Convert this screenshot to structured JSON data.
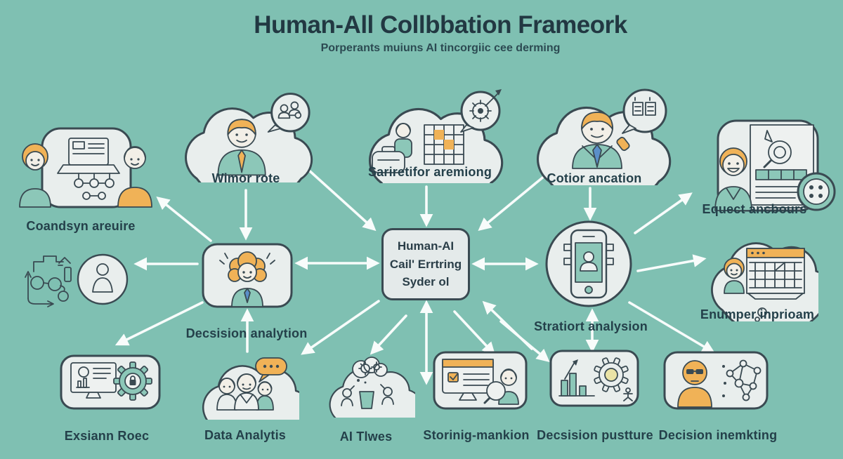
{
  "title": "Human-All Collbbation Frameork",
  "subtitle": "Porperants muiuns AI tincorgiic cee derming",
  "center_box": {
    "line1": "Human-AI",
    "line2": "Cail' Errtring",
    "line3": "Syder ol"
  },
  "nodes": {
    "coandsyn": {
      "label": "Coandsyn areuire",
      "icon": "two-people-laptop-flowchart"
    },
    "wimor": {
      "label": "Wimor rote",
      "icon": "man-cloud-team-bubble"
    },
    "sariretifor": {
      "label": "Sariretifor aremiong",
      "icon": "person-grid-gear-cloud"
    },
    "cotior": {
      "label": "Cotior ancation",
      "icon": "man-cloud-documents-bubble"
    },
    "equect": {
      "label": "Equect ancbours",
      "icon": "man-document-magnifier-button"
    },
    "decsision": {
      "label": "Decsision analytion",
      "icon": "woman-card"
    },
    "stratiort": {
      "label": "Stratiort analysion",
      "icon": "phone-user-circle"
    },
    "enumper": {
      "label": "Enumper inprioam",
      "icon": "woman-browser-grid-thought-cloud"
    },
    "exsiann": {
      "label": "Exsiann Roec",
      "icon": "monitor-gear-lock"
    },
    "data_analytis": {
      "label": "Data Analytis",
      "icon": "three-people-speech-bubble-cloud"
    },
    "ai_tlwes": {
      "label": "AI Tlwes",
      "icon": "gears-thought-figures-cloud"
    },
    "storinig": {
      "label": "Storinig-mankion",
      "icon": "monitor-checklist-person-magnifier"
    },
    "decsrision": {
      "label": "Decsision pustture",
      "icon": "bar-chart-gear"
    },
    "decision_inemkting": {
      "label": "Decision inemkting",
      "icon": "man-sunglasses-network"
    }
  },
  "colors": {
    "background": "#7fc0b2",
    "outline": "#3a4a52",
    "card_fill": "#e9eeed",
    "accent_orange": "#f0b257",
    "accent_teal": "#8cc7b8",
    "tie_blue": "#5b8fc9",
    "gear_yellow": "#eae3a6",
    "text": "#24404a",
    "arrow": "#f8fcfb"
  }
}
